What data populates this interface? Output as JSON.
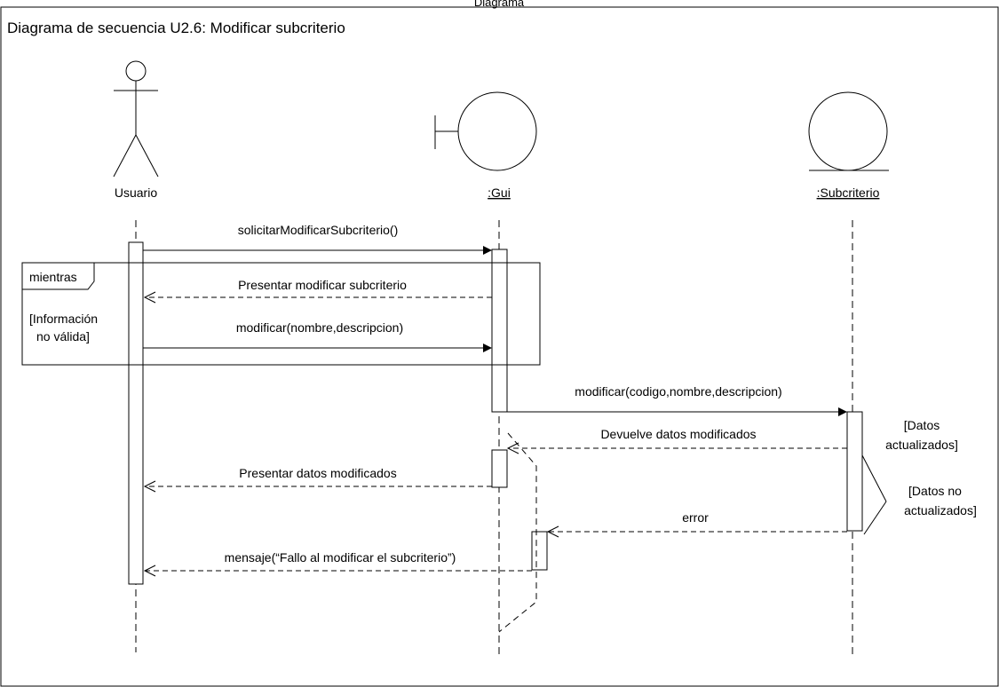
{
  "top_caption": "Diagrama",
  "frame": {
    "title": "Diagrama de secuencia U2.6: Modificar subcriterio"
  },
  "participants": {
    "usuario": "Usuario",
    "gui": ":Gui",
    "subcriterio": ":Subcriterio"
  },
  "fragment": {
    "label": "mientras",
    "guard_line1": "[Información",
    "guard_line2": "no válida]"
  },
  "messages": {
    "m1": "solicitarModificarSubcriterio()",
    "m2": "Presentar modificar subcriterio",
    "m3": "modificar(nombre,descripcion)",
    "m4": "modificar(codigo,nombre,descripcion)",
    "m5": "Devuelve datos modificados",
    "m6": "Presentar datos modificados",
    "m7": "error",
    "m8": "mensaje(“Fallo al modificar el subcriterio”)"
  },
  "notes": {
    "datos_actualizados_line1": "[Datos",
    "datos_actualizados_line2": "actualizados]",
    "datos_no_line1": "[Datos no",
    "datos_no_line2": "actualizados]"
  }
}
